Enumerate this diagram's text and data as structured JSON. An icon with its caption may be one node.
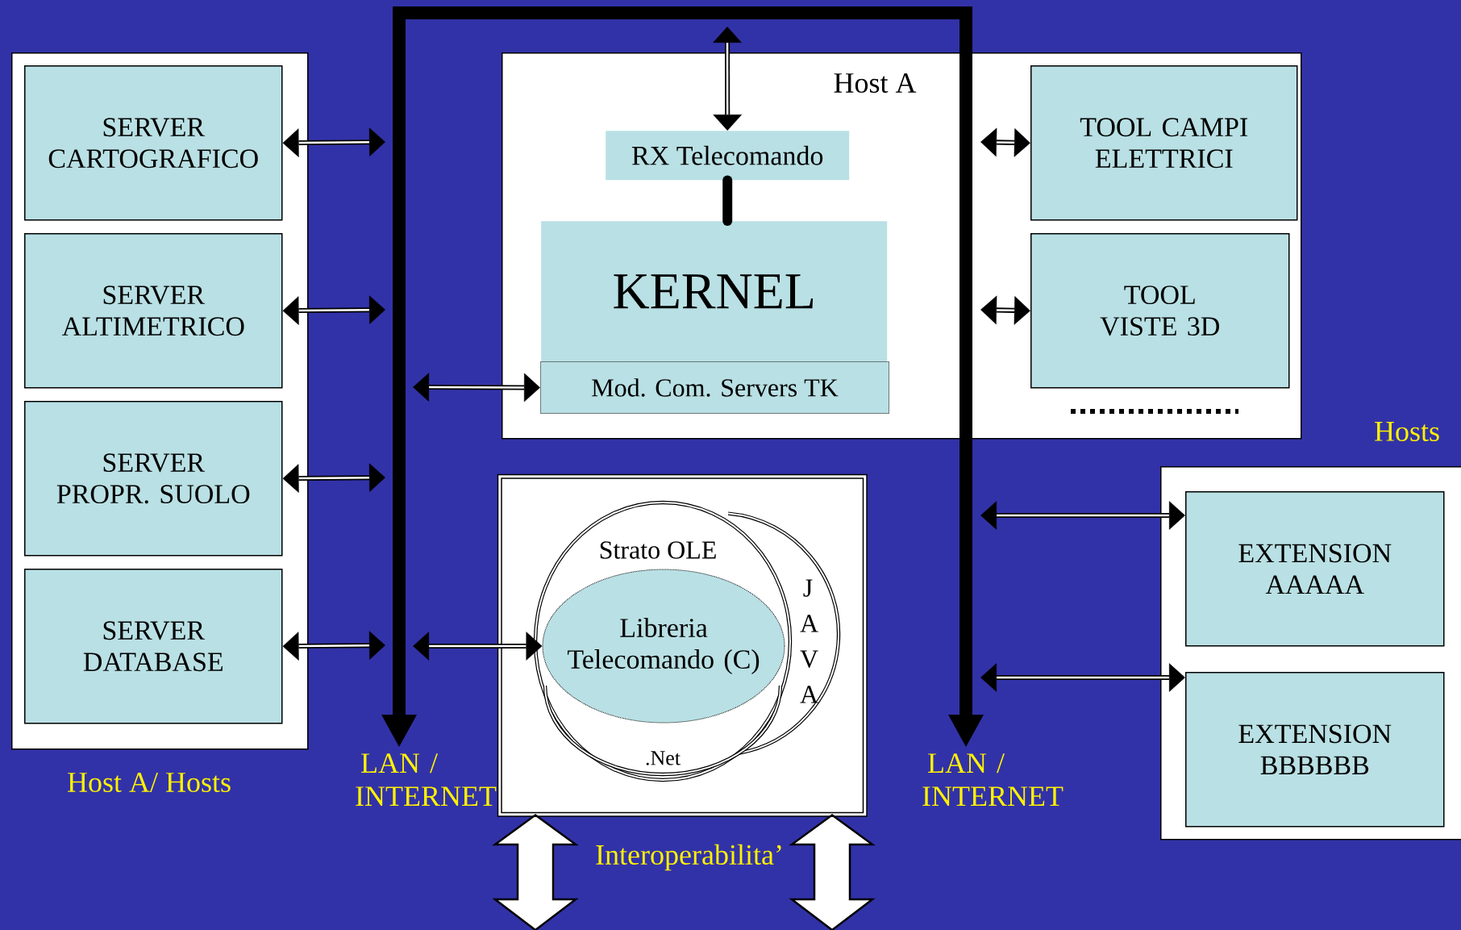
{
  "diagram": {
    "nodes": [
      {
        "text": [
          "Host A/ Hosts"
        ]
      },
      {
        "text": [
          "SERVER CARTOGRAFICO"
        ],
        "in": 0
      },
      {
        "text": [
          "SERVER ALTIMETRICO"
        ],
        "in": 0
      },
      {
        "text": [
          "SERVER PROPR. SUOLO"
        ],
        "in": 0
      },
      {
        "text": [
          "SERVER DATABASE"
        ],
        "in": 0
      },
      {
        "text": [
          "LAN / INTERNET"
        ]
      },
      {
        "text": [
          "Host A"
        ]
      },
      {
        "text": [
          "RX Telecomando"
        ],
        "in": 6
      },
      {
        "text": [
          "KERNEL"
        ],
        "in": 6
      },
      {
        "text": [
          "Mod. Com. Servers TK"
        ],
        "in": 6
      },
      {
        "text": [
          "TOOL CAMPI ELETTRICI"
        ],
        "in": 6
      },
      {
        "text": [
          "TOOL VISTE 3D"
        ],
        "in": 6
      },
      {
        "text": [],
        "shape": "box"
      },
      {
        "text": [
          "Strato OLE"
        ],
        "in": 12
      },
      {
        "text": [
          "J A V A"
        ],
        "in": 12
      },
      {
        "text": [
          ".Net"
        ],
        "in": 13
      },
      {
        "text": [
          "Libreria Telecomando (C)"
        ],
        "in": 13
      },
      {
        "text": [
          "LAN / INTERNET"
        ]
      },
      {
        "text": [
          "Hosts"
        ]
      },
      {
        "text": [
          "EXTENSION AAAAA"
        ],
        "in": 18
      },
      {
        "text": [
          "EXTENSION BBBBBB"
        ],
        "in": 18
      }
    ],
    "edges": [
      {
        "from": 5,
        "to": 17,
        "arrow": "both",
        "style": "thick"
      },
      {
        "from": null,
        "to": 1,
        "arrow": "both"
      },
      {
        "from": null,
        "to": 2,
        "arrow": "both"
      },
      {
        "from": null,
        "to": 3,
        "arrow": "both"
      },
      {
        "from": null,
        "to": 4,
        "arrow": "both"
      },
      {
        "from": null,
        "to": 7,
        "arrow": "both"
      },
      {
        "from": 7,
        "to": 8,
        "arrow": "none",
        "style": "thick"
      },
      {
        "from": null,
        "to": 9,
        "arrow": "both"
      },
      {
        "from": null,
        "to": 16,
        "arrow": "both"
      },
      {
        "from": null,
        "to": 10,
        "arrow": "both"
      },
      {
        "from": null,
        "to": 11,
        "arrow": "both"
      },
      {
        "from": null,
        "to": 19,
        "arrow": "both"
      },
      {
        "from": null,
        "to": 20,
        "arrow": "both"
      },
      {
        "from": 12,
        "to": null,
        "arrow": "both",
        "style": "thick",
        "color": "#ffffff"
      },
      {
        "from": 12,
        "to": null,
        "arrow": "both",
        "style": "thick",
        "color": "#ffffff"
      }
    ],
    "labels": [
      "Interoperabilita’"
    ]
  }
}
